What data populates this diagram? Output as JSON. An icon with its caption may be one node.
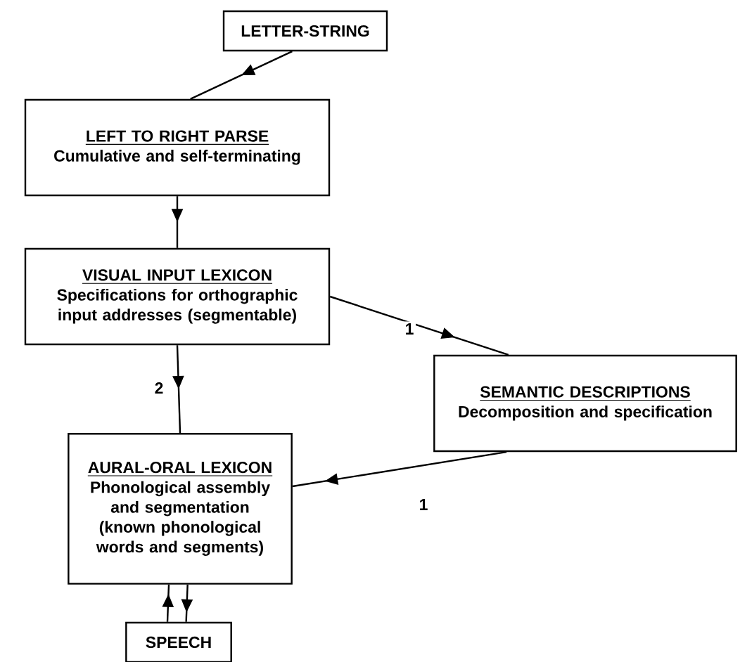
{
  "diagram": {
    "nodes": [
      {
        "text": [
          "LETTER-STRING"
        ]
      },
      {
        "text": [
          "LEFT TO RIGHT PARSE",
          "Cumulative and self-terminating"
        ]
      },
      {
        "text": [
          "VISUAL INPUT LEXICON",
          "Specifications for orthographic input addresses (segmentable)"
        ]
      },
      {
        "text": [
          "SEMANTIC DESCRIPTIONS",
          "Decomposition and specification"
        ]
      },
      {
        "text": [
          "AURAL-ORAL LEXICON",
          "Phonological assembly and segmentation (known phonological words and segments)"
        ]
      },
      {
        "text": [
          "SPEECH"
        ]
      }
    ],
    "edges": [
      {
        "from": 0,
        "to": 1,
        "arrow": "to"
      },
      {
        "from": 1,
        "to": 2,
        "arrow": "to"
      },
      {
        "from": 2,
        "to": 3,
        "arrow": "to",
        "label": "1"
      },
      {
        "from": 2,
        "to": 4,
        "arrow": "to",
        "label": "2"
      },
      {
        "from": 3,
        "to": 4,
        "arrow": "to",
        "label": "1"
      },
      {
        "from": 4,
        "to": 5,
        "arrow": "to"
      },
      {
        "from": 5,
        "to": 4,
        "arrow": "to"
      }
    ]
  }
}
